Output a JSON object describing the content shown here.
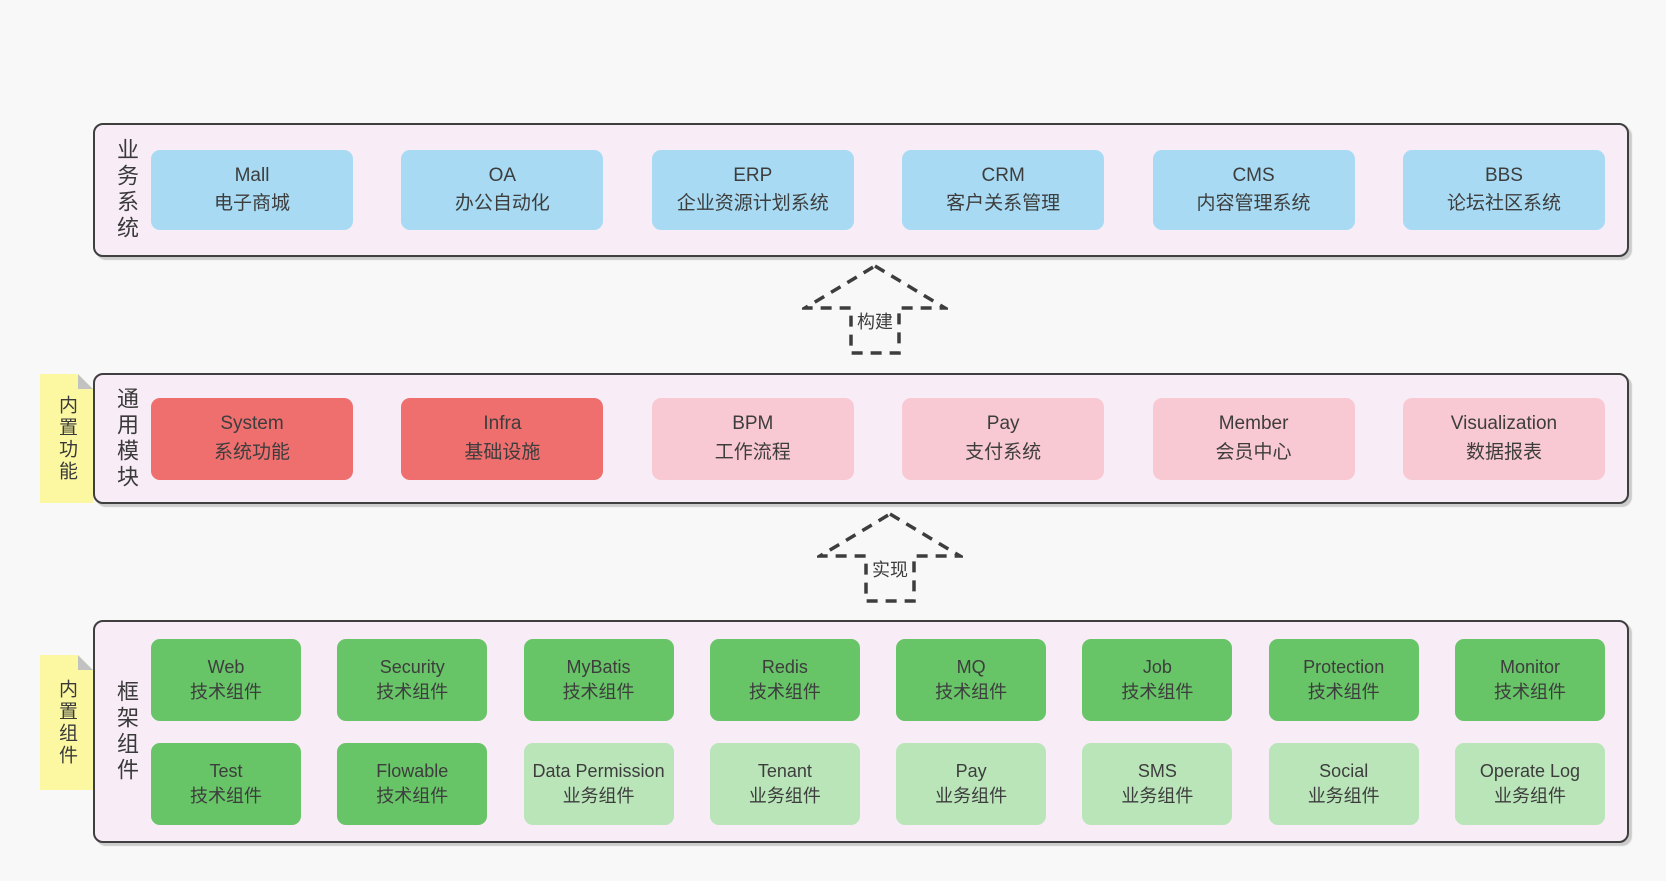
{
  "colors": {
    "canvas_bg": "#f8f8f8",
    "band_bg": "#f8edf7",
    "band_border": "#3f3f3f",
    "blue": "#a8dbf3",
    "red": "#ef6e6e",
    "pink": "#f9c9d3",
    "green": "#67c467",
    "green_light": "#b9e5b9",
    "sticky_yellow": "#fcf8a2",
    "text": "#3b3b3b"
  },
  "arrows": [
    {
      "label": "构建"
    },
    {
      "label": "实现"
    }
  ],
  "bands": [
    {
      "label": "业务系统",
      "rows": [
        [
          {
            "name": "Mall",
            "sub": "电子商城",
            "tone": "blue"
          },
          {
            "name": "OA",
            "sub": "办公自动化",
            "tone": "blue"
          },
          {
            "name": "ERP",
            "sub": "企业资源计划系统",
            "tone": "blue"
          },
          {
            "name": "CRM",
            "sub": "客户关系管理",
            "tone": "blue"
          },
          {
            "name": "CMS",
            "sub": "内容管理系统",
            "tone": "blue"
          },
          {
            "name": "BBS",
            "sub": "论坛社区系统",
            "tone": "blue"
          }
        ]
      ]
    },
    {
      "label": "通用模块",
      "sticky": "内置功能",
      "rows": [
        [
          {
            "name": "System",
            "sub": "系统功能",
            "tone": "red"
          },
          {
            "name": "Infra",
            "sub": "基础设施",
            "tone": "red"
          },
          {
            "name": "BPM",
            "sub": "工作流程",
            "tone": "pink"
          },
          {
            "name": "Pay",
            "sub": "支付系统",
            "tone": "pink"
          },
          {
            "name": "Member",
            "sub": "会员中心",
            "tone": "pink"
          },
          {
            "name": "Visualization",
            "sub": "数据报表",
            "tone": "pink"
          }
        ]
      ]
    },
    {
      "label": "框架组件",
      "sticky": "内置组件",
      "rows": [
        [
          {
            "name": "Web",
            "sub": "技术组件",
            "tone": "green"
          },
          {
            "name": "Security",
            "sub": "技术组件",
            "tone": "green"
          },
          {
            "name": "MyBatis",
            "sub": "技术组件",
            "tone": "green"
          },
          {
            "name": "Redis",
            "sub": "技术组件",
            "tone": "green"
          },
          {
            "name": "MQ",
            "sub": "技术组件",
            "tone": "green"
          },
          {
            "name": "Job",
            "sub": "技术组件",
            "tone": "green"
          },
          {
            "name": "Protection",
            "sub": "技术组件",
            "tone": "green"
          },
          {
            "name": "Monitor",
            "sub": "技术组件",
            "tone": "green"
          }
        ],
        [
          {
            "name": "Test",
            "sub": "技术组件",
            "tone": "green"
          },
          {
            "name": "Flowable",
            "sub": "技术组件",
            "tone": "green"
          },
          {
            "name": "Data Permission",
            "sub": "业务组件",
            "tone": "green-light"
          },
          {
            "name": "Tenant",
            "sub": "业务组件",
            "tone": "green-light"
          },
          {
            "name": "Pay",
            "sub": "业务组件",
            "tone": "green-light"
          },
          {
            "name": "SMS",
            "sub": "业务组件",
            "tone": "green-light"
          },
          {
            "name": "Social",
            "sub": "业务组件",
            "tone": "green-light"
          },
          {
            "name": "Operate Log",
            "sub": "业务组件",
            "tone": "green-light"
          }
        ]
      ]
    }
  ]
}
